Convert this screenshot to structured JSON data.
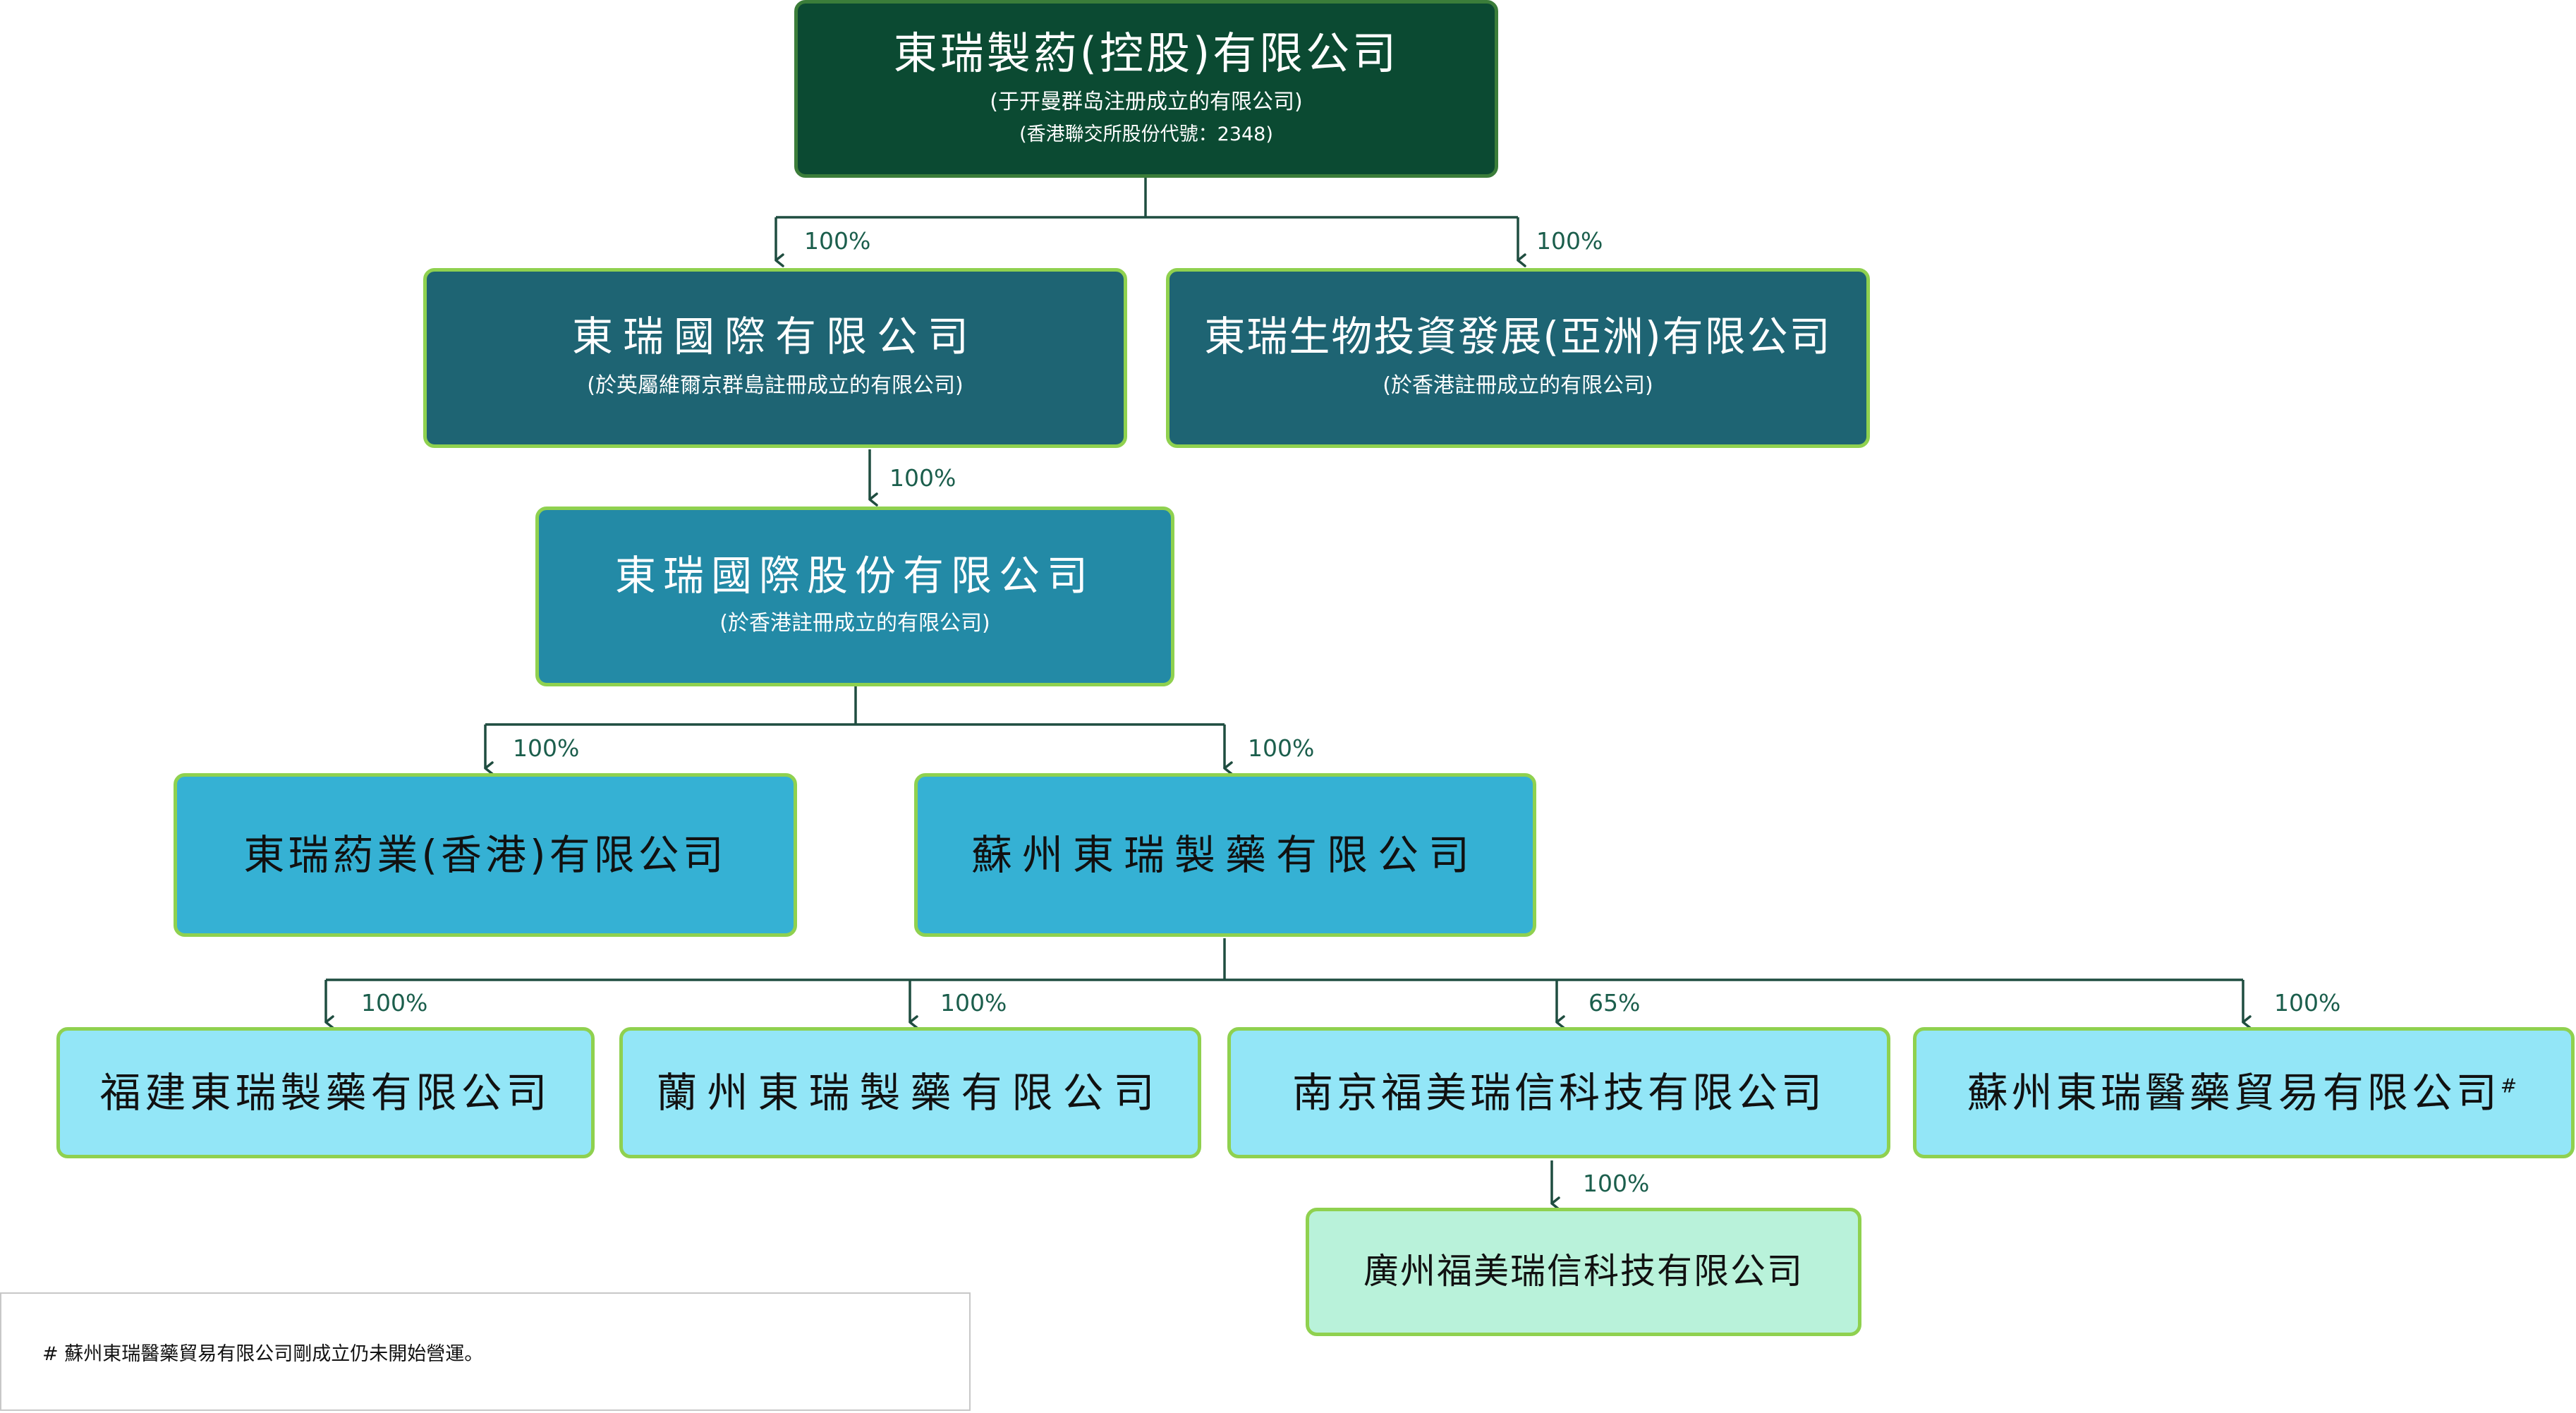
{
  "nodes": {
    "holding": {
      "name": "東瑞製葯(控股)有限公司",
      "sub": "(于开曼群岛注册成立的有限公司)",
      "sub2": "(香港聯交所股份代號：2348)"
    },
    "intl": {
      "name": "東瑞國際有限公司",
      "sub": "(於英屬維爾京群島註冊成立的有限公司)"
    },
    "biotech": {
      "name": "東瑞生物投資發展(亞洲)有限公司",
      "sub": "(於香港註冊成立的有限公司)"
    },
    "intl_shares": {
      "name": "東瑞國際股份有限公司",
      "sub": "(於香港註冊成立的有限公司)"
    },
    "hk_pharma": {
      "name": "東瑞葯業(香港)有限公司"
    },
    "suzhou_pharma": {
      "name": "蘇州東瑞製藥有限公司"
    },
    "fujian": {
      "name": "福建東瑞製藥有限公司"
    },
    "lanzhou": {
      "name": "蘭州東瑞製藥有限公司"
    },
    "nanjing": {
      "name": "南京福美瑞信科技有限公司"
    },
    "suzhou_trade": {
      "name": "蘇州東瑞醫藥貿易有限公司",
      "mark": "#"
    },
    "guangzhou": {
      "name": "廣州福美瑞信科技有限公司"
    }
  },
  "ownership": {
    "holding_intl": "100%",
    "holding_biotech": "100%",
    "intl_shares": "100%",
    "shares_hk": "100%",
    "shares_suzhou": "100%",
    "suzhou_fujian": "100%",
    "suzhou_lanzhou": "100%",
    "suzhou_nanjing": "65%",
    "suzhou_trade": "100%",
    "nanjing_guangzhou": "100%"
  },
  "footnote": "# 蘇州東瑞醫藥貿易有限公司剛成立仍未開始營運。",
  "colors": {
    "line": "#1f4d40",
    "border": "#8fd14f",
    "level1": "#0b4a32",
    "level2": "#1e6473",
    "level3": "#238aa6",
    "level4": "#35b1d4",
    "level5": "#93e6f7",
    "level6": "#b9f2da"
  }
}
